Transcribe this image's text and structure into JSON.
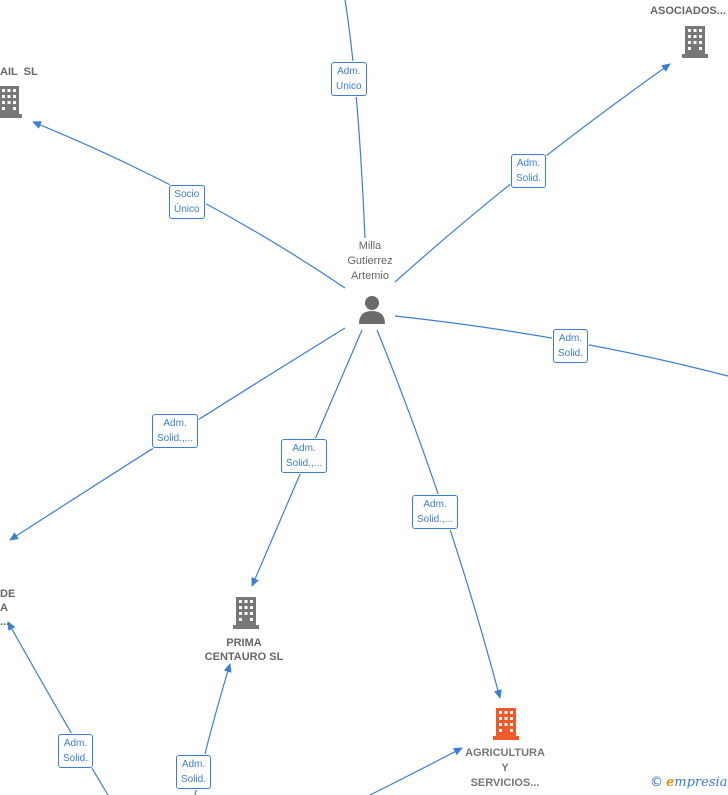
{
  "colors": {
    "edge": "#3b7fd4",
    "company_icon": "#777777",
    "focus_company_icon": "#f05a28",
    "person_icon": "#6b6b6b"
  },
  "person": {
    "name_lines": [
      "Milla",
      "Gutierrez",
      "Artemio"
    ],
    "icon": "person-icon"
  },
  "companies": [
    {
      "id": "asociados",
      "lines": [
        "ASOCIADOS..."
      ],
      "icon": "building-icon"
    },
    {
      "id": "ail",
      "lines": [
        "AIL  SL"
      ],
      "icon": "building-icon"
    },
    {
      "id": "prima",
      "lines": [
        "PRIMA",
        "CENTAURO SL"
      ],
      "icon": "building-icon"
    },
    {
      "id": "de",
      "lines": [
        "DE",
        "A",
        "..."
      ],
      "icon": "building-icon"
    },
    {
      "id": "agricultura",
      "lines": [
        "AGRICULTURA",
        "Y",
        "SERVICIOS..."
      ],
      "icon": "building-icon",
      "focus": true
    }
  ],
  "edge_labels": [
    {
      "id": "top",
      "lines": [
        "Adm.",
        "Unico"
      ]
    },
    {
      "id": "asoc",
      "lines": [
        "Adm.",
        "Solid."
      ]
    },
    {
      "id": "ail",
      "lines": [
        "Socio",
        "Único"
      ]
    },
    {
      "id": "right",
      "lines": [
        "Adm.",
        "Solid."
      ]
    },
    {
      "id": "left",
      "lines": [
        "Adm.",
        "Solid.,..."
      ]
    },
    {
      "id": "prima",
      "lines": [
        "Adm.",
        "Solid.,..."
      ]
    },
    {
      "id": "agri",
      "lines": [
        "Adm.",
        "Solid.,..."
      ]
    },
    {
      "id": "de-low",
      "lines": [
        "Adm.",
        "Solid."
      ]
    },
    {
      "id": "prima-low",
      "lines": [
        "Adm.",
        "Solid."
      ]
    }
  ],
  "brand": {
    "copyright": "©",
    "initial": "e",
    "name": "mpresia"
  }
}
